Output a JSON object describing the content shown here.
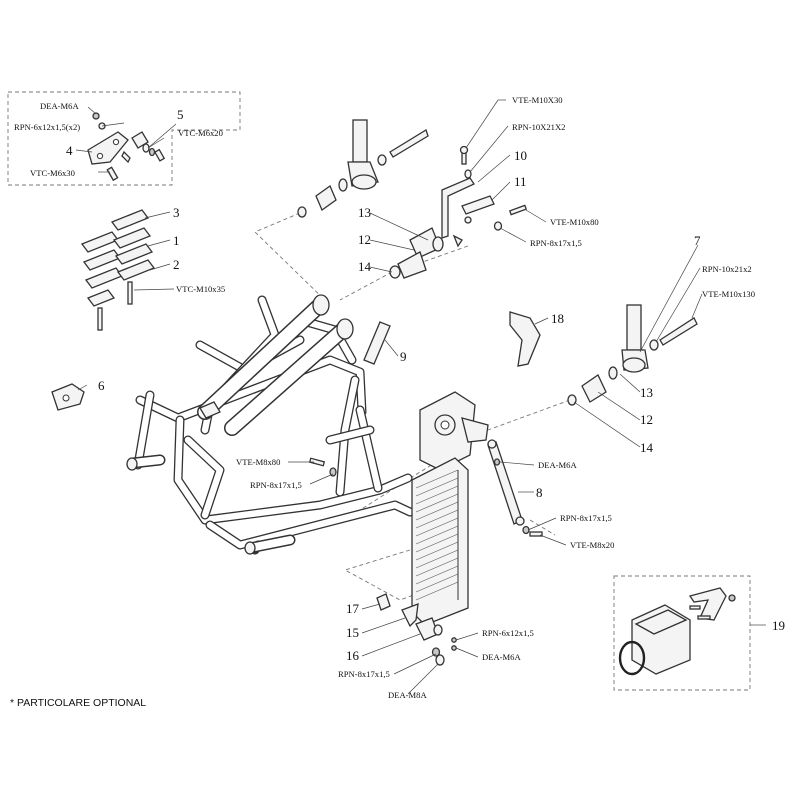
{
  "note": "* PARTICOLARE OPTIONAL",
  "callouts": {
    "c1": "1",
    "c2": "2",
    "c3": "3",
    "c4": "4",
    "c5": "5",
    "c6": "6",
    "c7": "7",
    "c8": "8",
    "c9": "9",
    "c10": "10",
    "c11": "11",
    "c12a": "12",
    "c12b": "12",
    "c13a": "13",
    "c13b": "13",
    "c14a": "14",
    "c14b": "14",
    "c15": "15",
    "c16": "16",
    "c17": "17",
    "c18": "18",
    "c19": "19"
  },
  "codes": {
    "dea_m6a_top": "DEA-M6A",
    "rpn_6x12_x2": "RPN-6x12x1,5(x2)",
    "vtc_m6x20": "VTC-M6x20",
    "vtc_m6x30": "VTC-M6x30",
    "vtc_m10x35": "VTC-M10x35",
    "vte_m10x30": "VTE-M10X30",
    "rpn_10x21x2_a": "RPN-10X21X2",
    "vte_m10x80": "VTE-M10x80",
    "rpn_8x17_a": "RPN-8x17x1,5",
    "rpn_10x21x2_b": "RPN-10x21x2",
    "vte_m10x130": "VTE-M10x130",
    "vte_m8x80": "VTE-M8x80",
    "rpn_8x17_b": "RPN-8x17x1,5",
    "dea_m6a_mid": "DEA-M6A",
    "rpn_8x17_c": "RPN-8x17x1,5",
    "vte_m8x20": "VTE-M8x20",
    "rpn_6x12": "RPN-6x12x1,5",
    "dea_m6a_bot": "DEA-M6A",
    "rpn_8x17_d": "RPN-8x17x1,5",
    "dea_m8a": "DEA-M8A"
  }
}
